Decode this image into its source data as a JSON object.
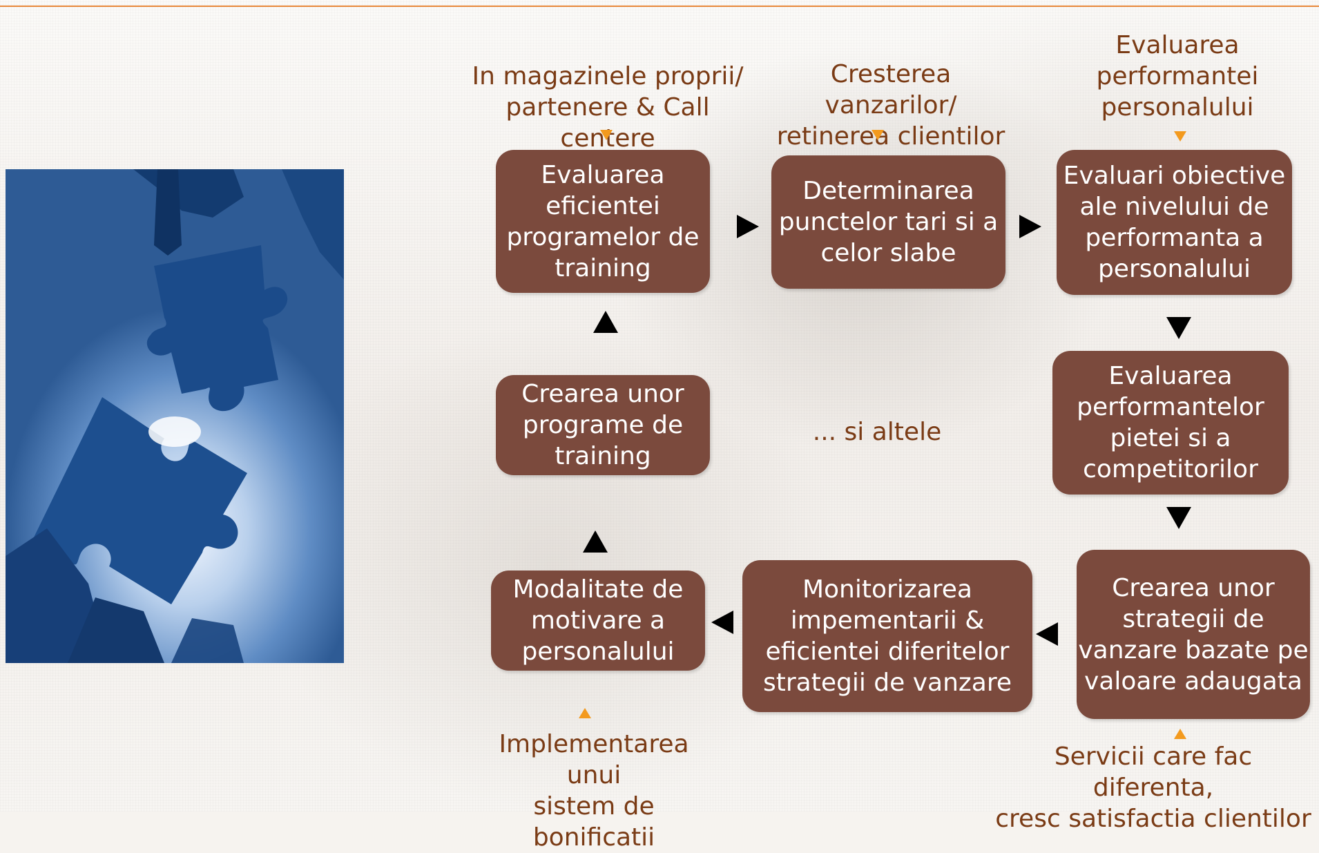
{
  "annotations": {
    "top_left": "In magazinele proprii/\npartenere & Call centere",
    "top_middle": "Cresterea vanzarilor/\nretinerea clientilor",
    "top_right": "Evaluarea\nperformantei\npersonalului",
    "bottom_left": "Implementarea unui\nsistem de bonificatii",
    "bottom_right": "Servicii care fac diferenta,\ncresc satisfactia clientilor"
  },
  "center_note": "... si altele",
  "boxes": {
    "training_eval": "Evaluarea\neficientei\nprogramelor de\ntraining",
    "strengths": "Determinarea\npunctelor tari si a\ncelor slabe",
    "staff_eval": "Evaluari obiective\nale nivelului de\nperformanta a\npersonalului",
    "market_eval": "Evaluarea\nperformantelor\npietei si a\ncompetitorilor",
    "strategies": "Crearea unor\nstrategii de\nvanzare bazate pe\nvaloare adaugata",
    "monitoring": "Monitorizarea\nimpementarii &\neficientei diferitelor\nstrategii de vanzare",
    "motivation": "Modalitate de\nmotivare a\npersonalului",
    "training_create": "Crearea unor\nprograme de\ntraining"
  },
  "colors": {
    "box": "#7b4a3d",
    "box_text": "#ffffff",
    "annotation_text": "#7a3b15",
    "accent": "#e8883a",
    "marker": "#f39a1e"
  }
}
